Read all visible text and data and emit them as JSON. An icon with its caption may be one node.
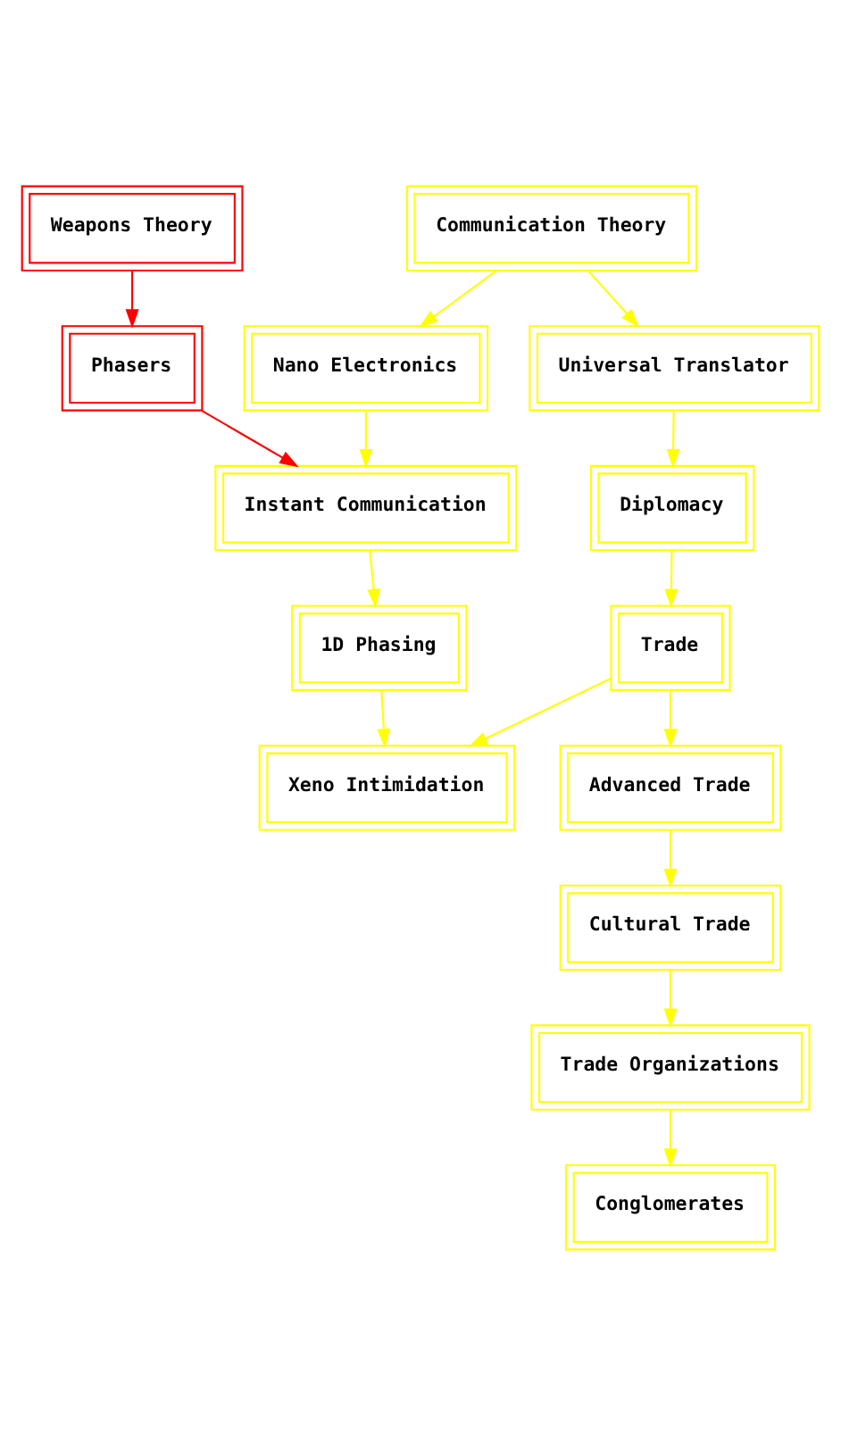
{
  "diagram": {
    "nodes": [
      {
        "text": [
          "Weapons Theory"
        ]
      },
      {
        "text": [
          "Communication Theory"
        ]
      },
      {
        "text": [
          "Phasers"
        ]
      },
      {
        "text": [
          "Nano Electronics"
        ]
      },
      {
        "text": [
          "Universal Translator"
        ]
      },
      {
        "text": [
          "Instant Communication"
        ]
      },
      {
        "text": [
          "Diplomacy"
        ]
      },
      {
        "text": [
          "1D Phasing"
        ]
      },
      {
        "text": [
          "Trade"
        ]
      },
      {
        "text": [
          "Xeno Intimidation"
        ]
      },
      {
        "text": [
          "Advanced Trade"
        ]
      },
      {
        "text": [
          "Cultural Trade"
        ]
      },
      {
        "text": [
          "Trade Organizations"
        ]
      },
      {
        "text": [
          "Conglomerates"
        ]
      }
    ],
    "edges": [
      {
        "from": 0,
        "to": 2,
        "arrow": "to",
        "color": "#ff0000"
      },
      {
        "from": 1,
        "to": 3,
        "arrow": "to"
      },
      {
        "from": 1,
        "to": 4,
        "arrow": "to"
      },
      {
        "from": 2,
        "to": 5,
        "arrow": "to",
        "color": "#ff0000"
      },
      {
        "from": 3,
        "to": 5,
        "arrow": "to"
      },
      {
        "from": 4,
        "to": 6,
        "arrow": "to"
      },
      {
        "from": 5,
        "to": 7,
        "arrow": "to"
      },
      {
        "from": 6,
        "to": 8,
        "arrow": "to"
      },
      {
        "from": 7,
        "to": 9,
        "arrow": "to"
      },
      {
        "from": 8,
        "to": 9,
        "arrow": "to"
      },
      {
        "from": 8,
        "to": 10,
        "arrow": "to"
      },
      {
        "from": 10,
        "to": 11,
        "arrow": "to"
      },
      {
        "from": 11,
        "to": 12,
        "arrow": "to"
      },
      {
        "from": 12,
        "to": 13,
        "arrow": "to"
      }
    ]
  }
}
